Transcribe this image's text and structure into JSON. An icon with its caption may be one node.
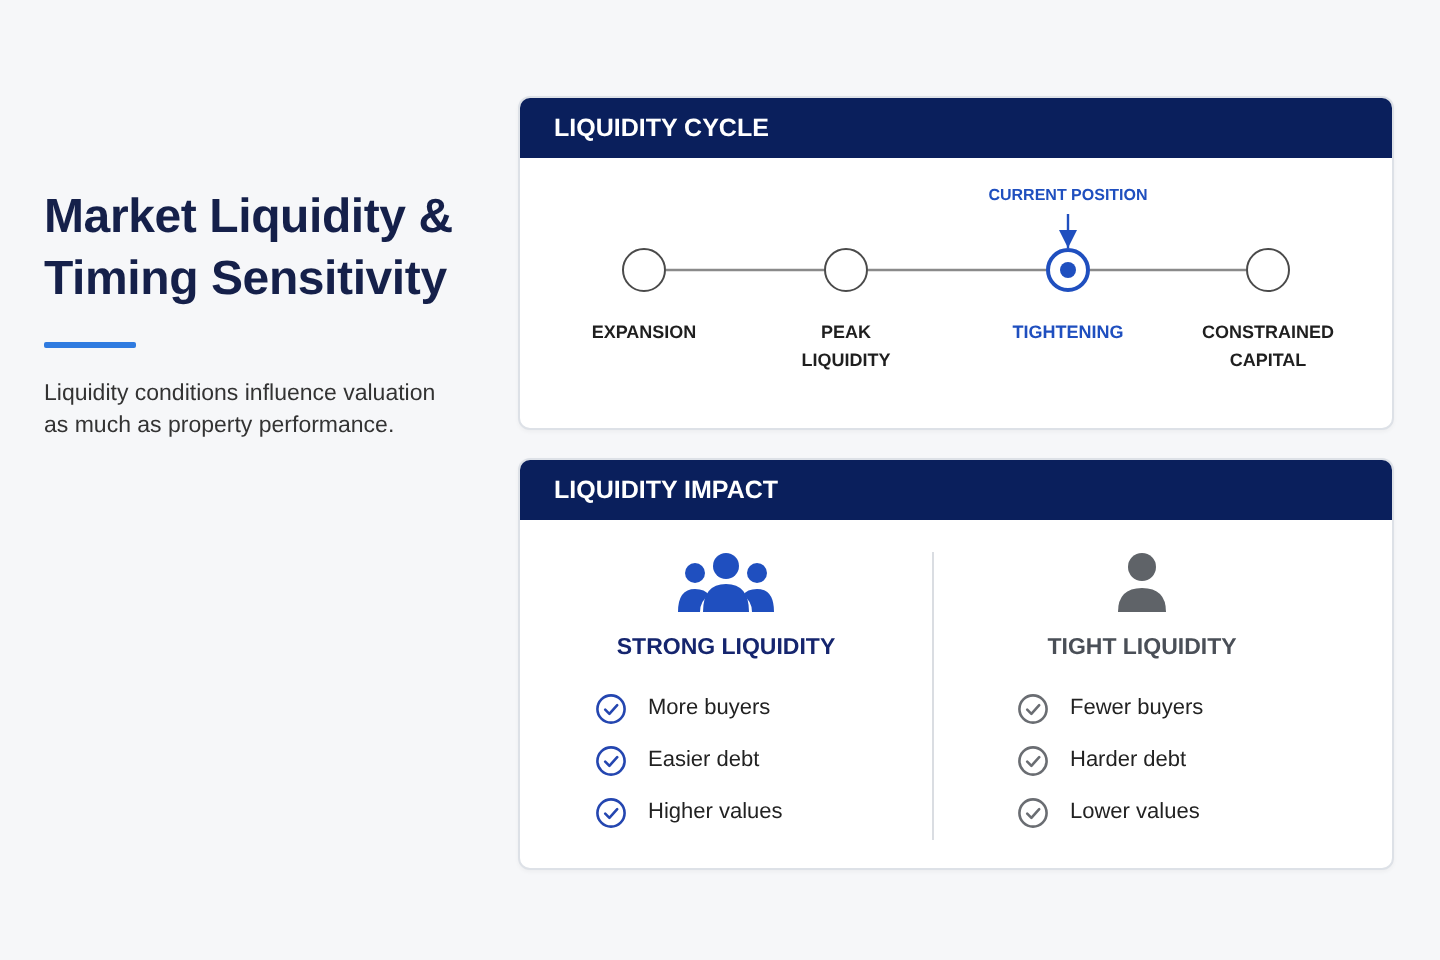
{
  "diagram": {
    "title": "Market Liquidity & Timing Sensitivity",
    "nodes": [
      {
        "text": [
          "LIQUIDITY CYCLE"
        ]
      },
      {
        "text": [
          "CURRENT POSITION"
        ],
        "in": 0
      },
      {
        "text": [],
        "shape": "circle",
        "in": 0,
        "beside": [
          "EXPANSION"
        ]
      },
      {
        "text": [],
        "shape": "circle",
        "in": 0,
        "beside": [
          "PEAK LIQUIDITY"
        ]
      },
      {
        "text": [],
        "shape": "circle",
        "in": 0,
        "beside": [
          "TIGHTENING"
        ]
      },
      {
        "text": [],
        "shape": "circle",
        "in": 0,
        "beside": [
          "CONSTRAINED CAPITAL"
        ]
      },
      {
        "text": [
          "LIQUIDITY IMPACT",
          "STRONG LIQUIDITY",
          "More buyers",
          "Easier debt",
          "Higher values",
          "TIGHT LIQUIDITY",
          "Fewer buyers",
          "Harder debt",
          "Lower values"
        ]
      }
    ],
    "edges": [
      {
        "from": 2,
        "to": 3,
        "arrow": "none"
      },
      {
        "from": 3,
        "to": 4,
        "arrow": "none"
      },
      {
        "from": 4,
        "to": 5,
        "arrow": "none"
      },
      {
        "from": 1,
        "to": 4,
        "arrow": "to",
        "color": "#1f4fbf"
      }
    ],
    "labels": [
      "Liquidity conditions influence valuation as much as property performance."
    ]
  }
}
